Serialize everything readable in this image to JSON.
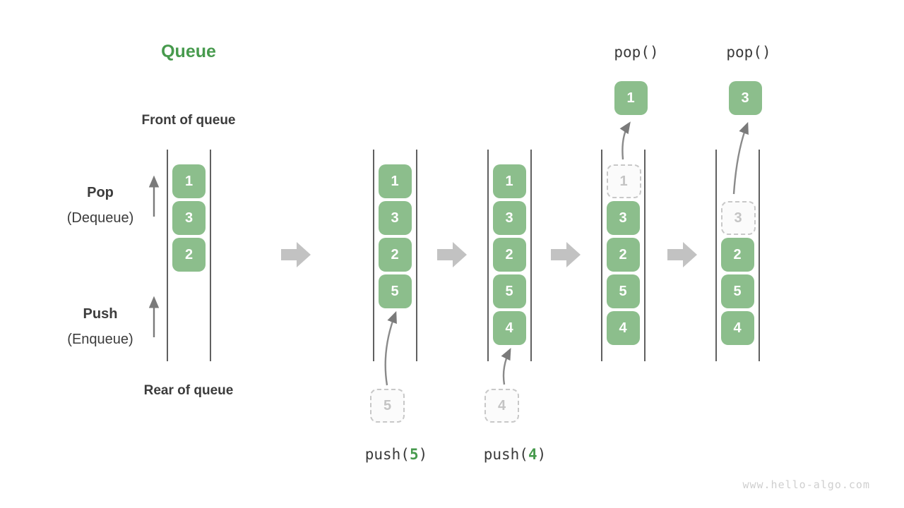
{
  "title": "Queue",
  "labels": {
    "front": "Front of queue",
    "rear": "Rear of queue",
    "pop": "Pop",
    "pop_sub": "(Dequeue)",
    "push": "Push",
    "push_sub": "(Enqueue)"
  },
  "operations": {
    "pop1": "pop()",
    "pop2": "pop()",
    "push1": {
      "prefix": "push(",
      "arg": "5",
      "suffix": ")"
    },
    "push2": {
      "prefix": "push(",
      "arg": "4",
      "suffix": ")"
    }
  },
  "states": [
    {
      "name": "initial",
      "items": [
        {
          "value": "1",
          "slot": 1
        },
        {
          "value": "3",
          "slot": 2
        },
        {
          "value": "2",
          "slot": 3
        }
      ]
    },
    {
      "name": "after-push-5",
      "items": [
        {
          "value": "1",
          "slot": 1
        },
        {
          "value": "3",
          "slot": 2
        },
        {
          "value": "2",
          "slot": 3
        },
        {
          "value": "5",
          "slot": 4
        }
      ],
      "staging": "5"
    },
    {
      "name": "after-push-4",
      "items": [
        {
          "value": "1",
          "slot": 1
        },
        {
          "value": "3",
          "slot": 2
        },
        {
          "value": "2",
          "slot": 3
        },
        {
          "value": "5",
          "slot": 4
        },
        {
          "value": "4",
          "slot": 5
        }
      ],
      "staging": "4"
    },
    {
      "name": "pop-1",
      "items": [
        {
          "value": "1",
          "slot": 1,
          "ghost": true
        },
        {
          "value": "3",
          "slot": 2
        },
        {
          "value": "2",
          "slot": 3
        },
        {
          "value": "5",
          "slot": 4
        },
        {
          "value": "4",
          "slot": 5
        }
      ],
      "popped": "1"
    },
    {
      "name": "pop-3",
      "items": [
        {
          "value": "3",
          "slot": 2,
          "ghost": true
        },
        {
          "value": "2",
          "slot": 3
        },
        {
          "value": "5",
          "slot": 4
        },
        {
          "value": "4",
          "slot": 5
        }
      ],
      "popped": "3"
    }
  ],
  "colors": {
    "box_green": "#8CBE8C",
    "title_green": "#479A4D",
    "text_dark": "#3C3C3C",
    "thin_arrow": "#7A7A7A",
    "big_arrow": "#C2C2C2",
    "ghost_border": "#C8C8C8",
    "ghost_text": "#C4C4C4",
    "wall": "#606060",
    "watermark": "#CFCFCF"
  },
  "watermark": "www.hello-algo.com"
}
